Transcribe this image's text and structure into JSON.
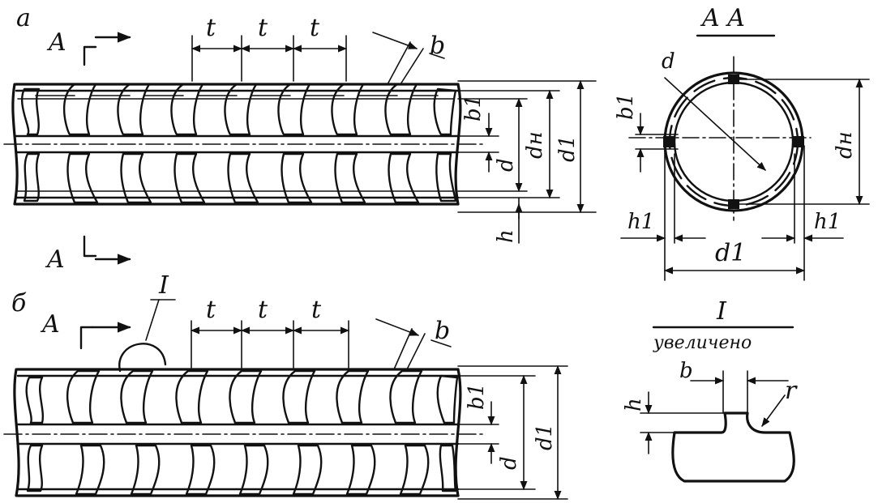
{
  "labels": {
    "fig_a": "а",
    "fig_b": "б",
    "section_A": "A",
    "section_title": "A  A",
    "pitch": "t",
    "rib_width": "b",
    "rib_width_base": "b1",
    "core_diameter": "d",
    "outer_diameter_nominal": "dн",
    "outer_diameter": "d1",
    "rib_height": "h",
    "rib_height_1": "h1",
    "radius": "r",
    "detail_mark": "I",
    "detail_title": "I",
    "detail_caption": "увеличено"
  },
  "colors": {
    "ink": "#111111",
    "paper": "#ffffff"
  }
}
